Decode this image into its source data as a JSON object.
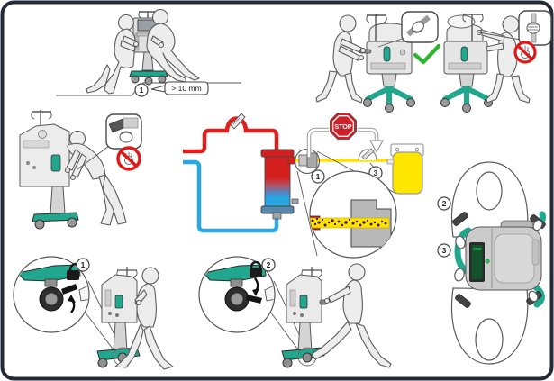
{
  "figure_type": "medical-device-transport-safety-instructions",
  "colors": {
    "teal": "#21a78e",
    "tube_red": "#df1f1c",
    "tube_blue": "#2aa7e2",
    "gas_yellow": "#ffe100",
    "bag_yellow": "#ffe600",
    "stop_red": "#cf2027",
    "check_green": "#2db52f",
    "prohibit_red": "#e01818",
    "figure_fill": "#ededed",
    "outline_gray": "#5a5a5a",
    "frame_dark": "#252a38",
    "device_gray": "#d9d9d9",
    "screen_green": "#13522b",
    "clot_dark": "#2f1400"
  },
  "icons": {
    "check-icon": "green check mark",
    "prohibition-icon": "red circle with diagonal slash over hand",
    "open-padlock-icon": "open padlock (brake unlocked)",
    "closed-padlock-icon": "closed padlock (brake locked)",
    "stop-sign-icon": "red octagon STOP sign",
    "tube-clamp-icon": "diagonal tube clamp",
    "magnifier-circle": "zoom detail circle"
  },
  "panels": {
    "lift_over_step": {
      "step_marker": "1",
      "gap_callout": "> 10 mm"
    },
    "push_cart_correct": {},
    "pull_cart_prohibited": {},
    "lean_prohibited": {},
    "circuit": {
      "stop_sign": "STOP",
      "marker_connector": "1",
      "marker_clamp": "3"
    },
    "carry_top_view": {
      "marker_handles": "2",
      "marker_grip": "3"
    },
    "caster_unlock": {
      "marker": "1"
    },
    "caster_lock": {
      "marker": "2"
    }
  }
}
